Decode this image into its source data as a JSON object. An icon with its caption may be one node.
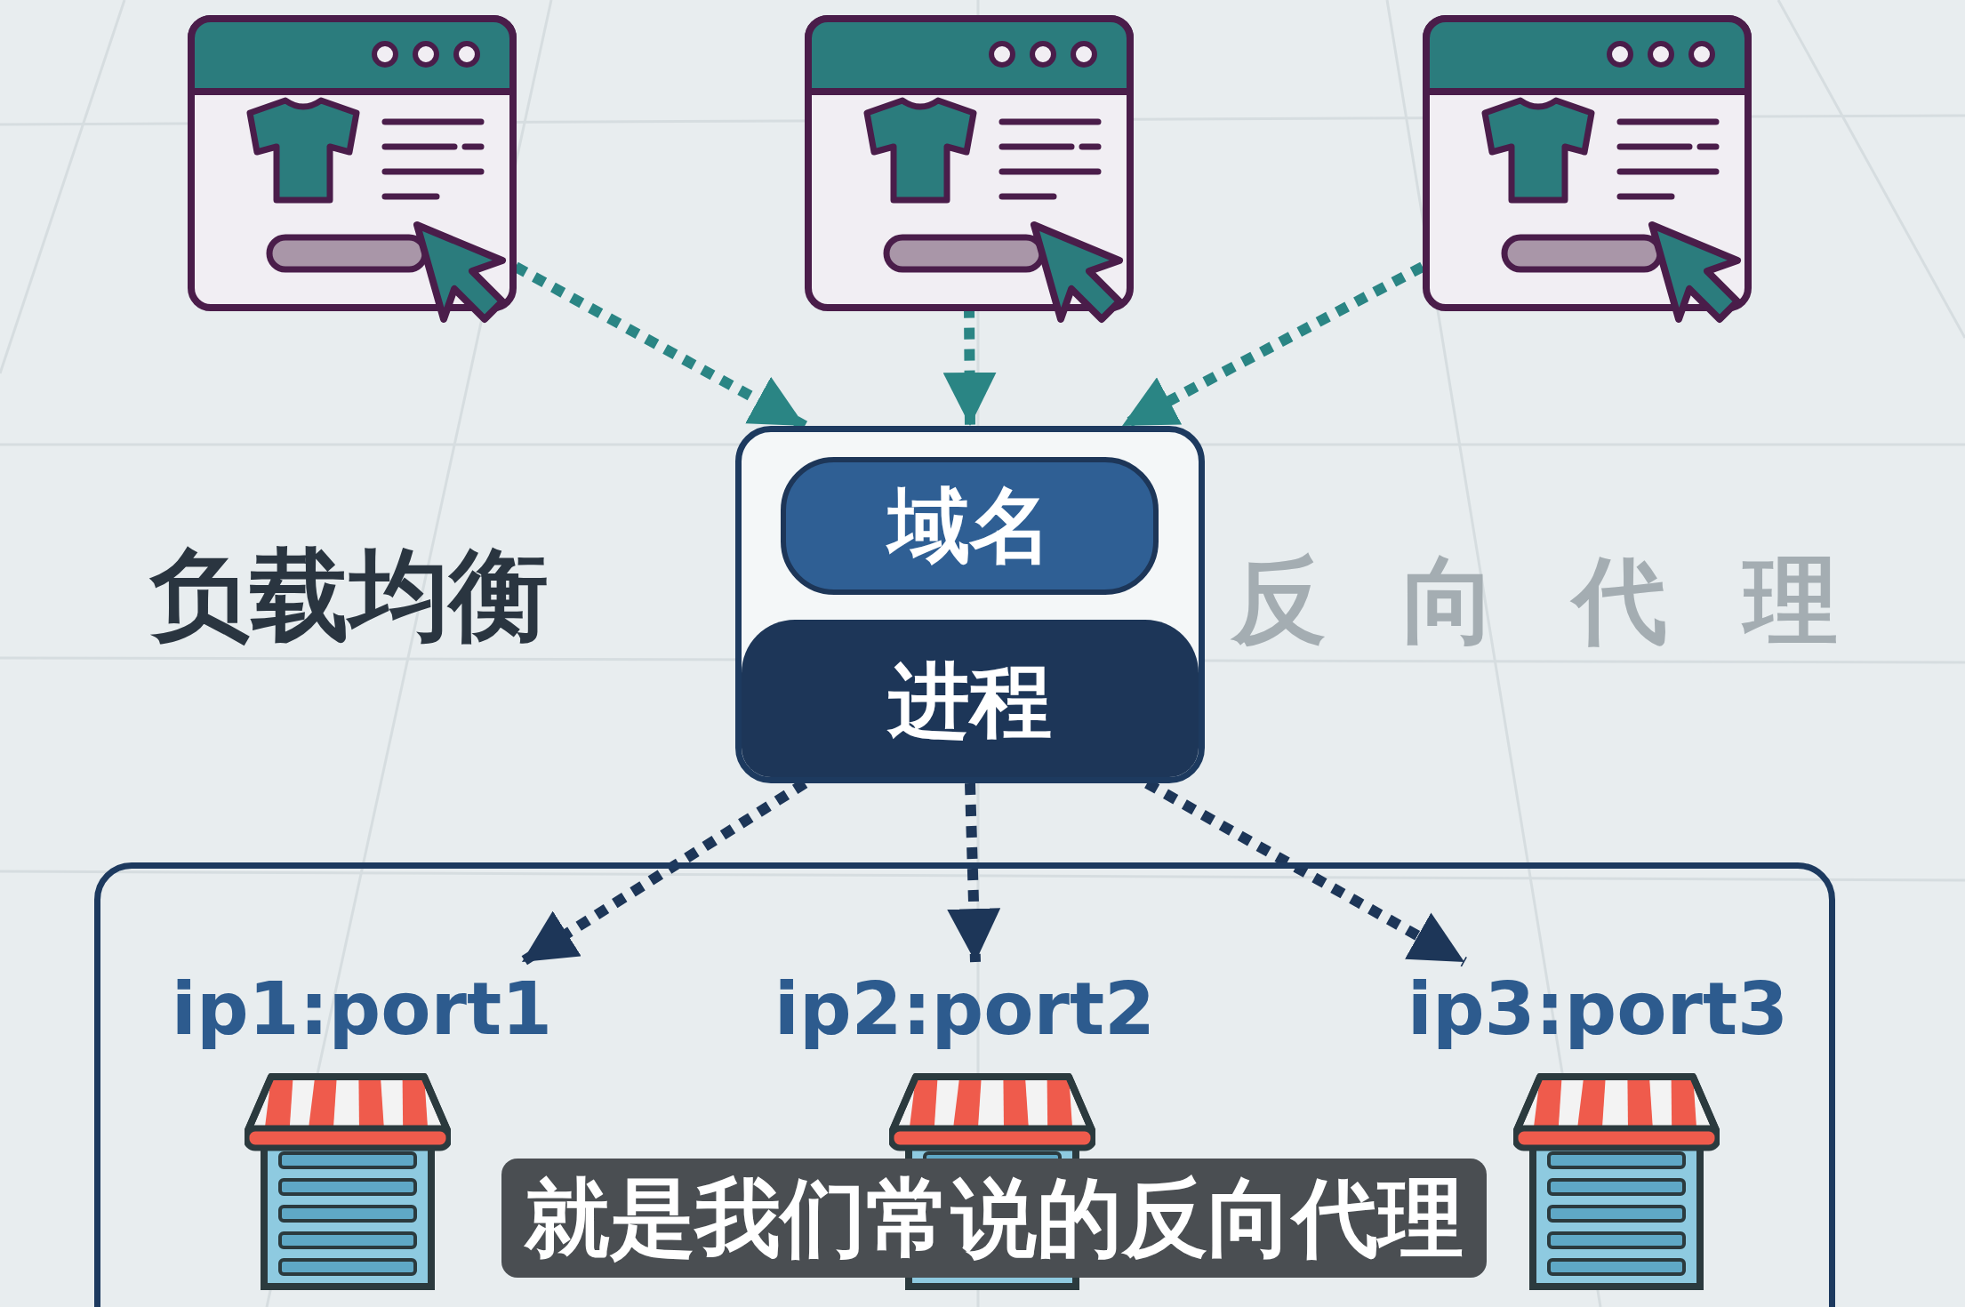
{
  "diagram": {
    "caption": "就是我们常说的反向代理",
    "nodes": [
      {
        "text": [],
        "shape": "picture"
      },
      {
        "text": [],
        "shape": "picture"
      },
      {
        "text": [],
        "shape": "picture"
      },
      {
        "text": [
          "域名",
          "进程"
        ]
      },
      {
        "text": [],
        "shape": "box"
      },
      {
        "text": [
          "ip1:port1"
        ],
        "in": 4
      },
      {
        "text": [
          "ip2:port2"
        ],
        "in": 4
      },
      {
        "text": [
          "ip3:port3"
        ],
        "in": 4
      }
    ],
    "edges": [
      {
        "from": 0,
        "to": 3,
        "arrow": "to",
        "style": "dashed",
        "color": "#2a8584"
      },
      {
        "from": 1,
        "to": 3,
        "arrow": "to",
        "style": "dashed",
        "color": "#2a8584"
      },
      {
        "from": 2,
        "to": 3,
        "arrow": "to",
        "style": "dashed",
        "color": "#2a8584"
      },
      {
        "from": 3,
        "to": 5,
        "arrow": "to",
        "style": "dashed"
      },
      {
        "from": 3,
        "to": 6,
        "arrow": "to",
        "style": "dashed"
      },
      {
        "from": 3,
        "to": 7,
        "arrow": "to",
        "style": "dashed"
      }
    ],
    "labels": [
      "负载均衡",
      "反向代理"
    ]
  }
}
